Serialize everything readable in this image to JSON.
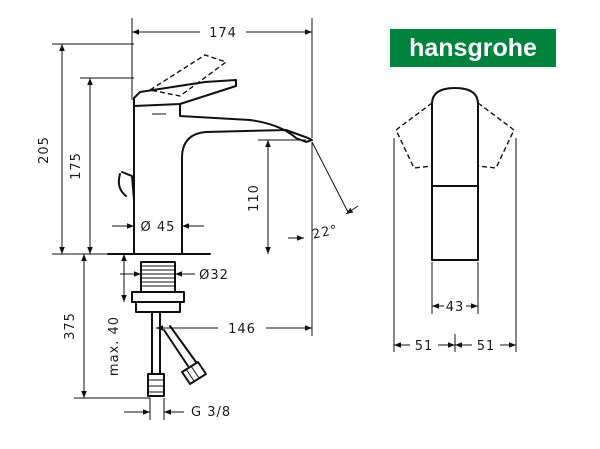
{
  "brand": {
    "name": "hansgrohe",
    "color": "#00843d"
  },
  "dimensions": {
    "width_top": "174",
    "height_total": "205",
    "height_spout": "175",
    "spout_clearance": "110",
    "base_diameter": "Ø 45",
    "shank_diameter": "Ø32",
    "mount_depth": "375",
    "max_thickness": "max. 40",
    "spout_reach": "146",
    "connection_thread": "G 3/8",
    "swing_angle": "22°",
    "handle_width": "43",
    "side_left": "51",
    "side_right": "51"
  }
}
